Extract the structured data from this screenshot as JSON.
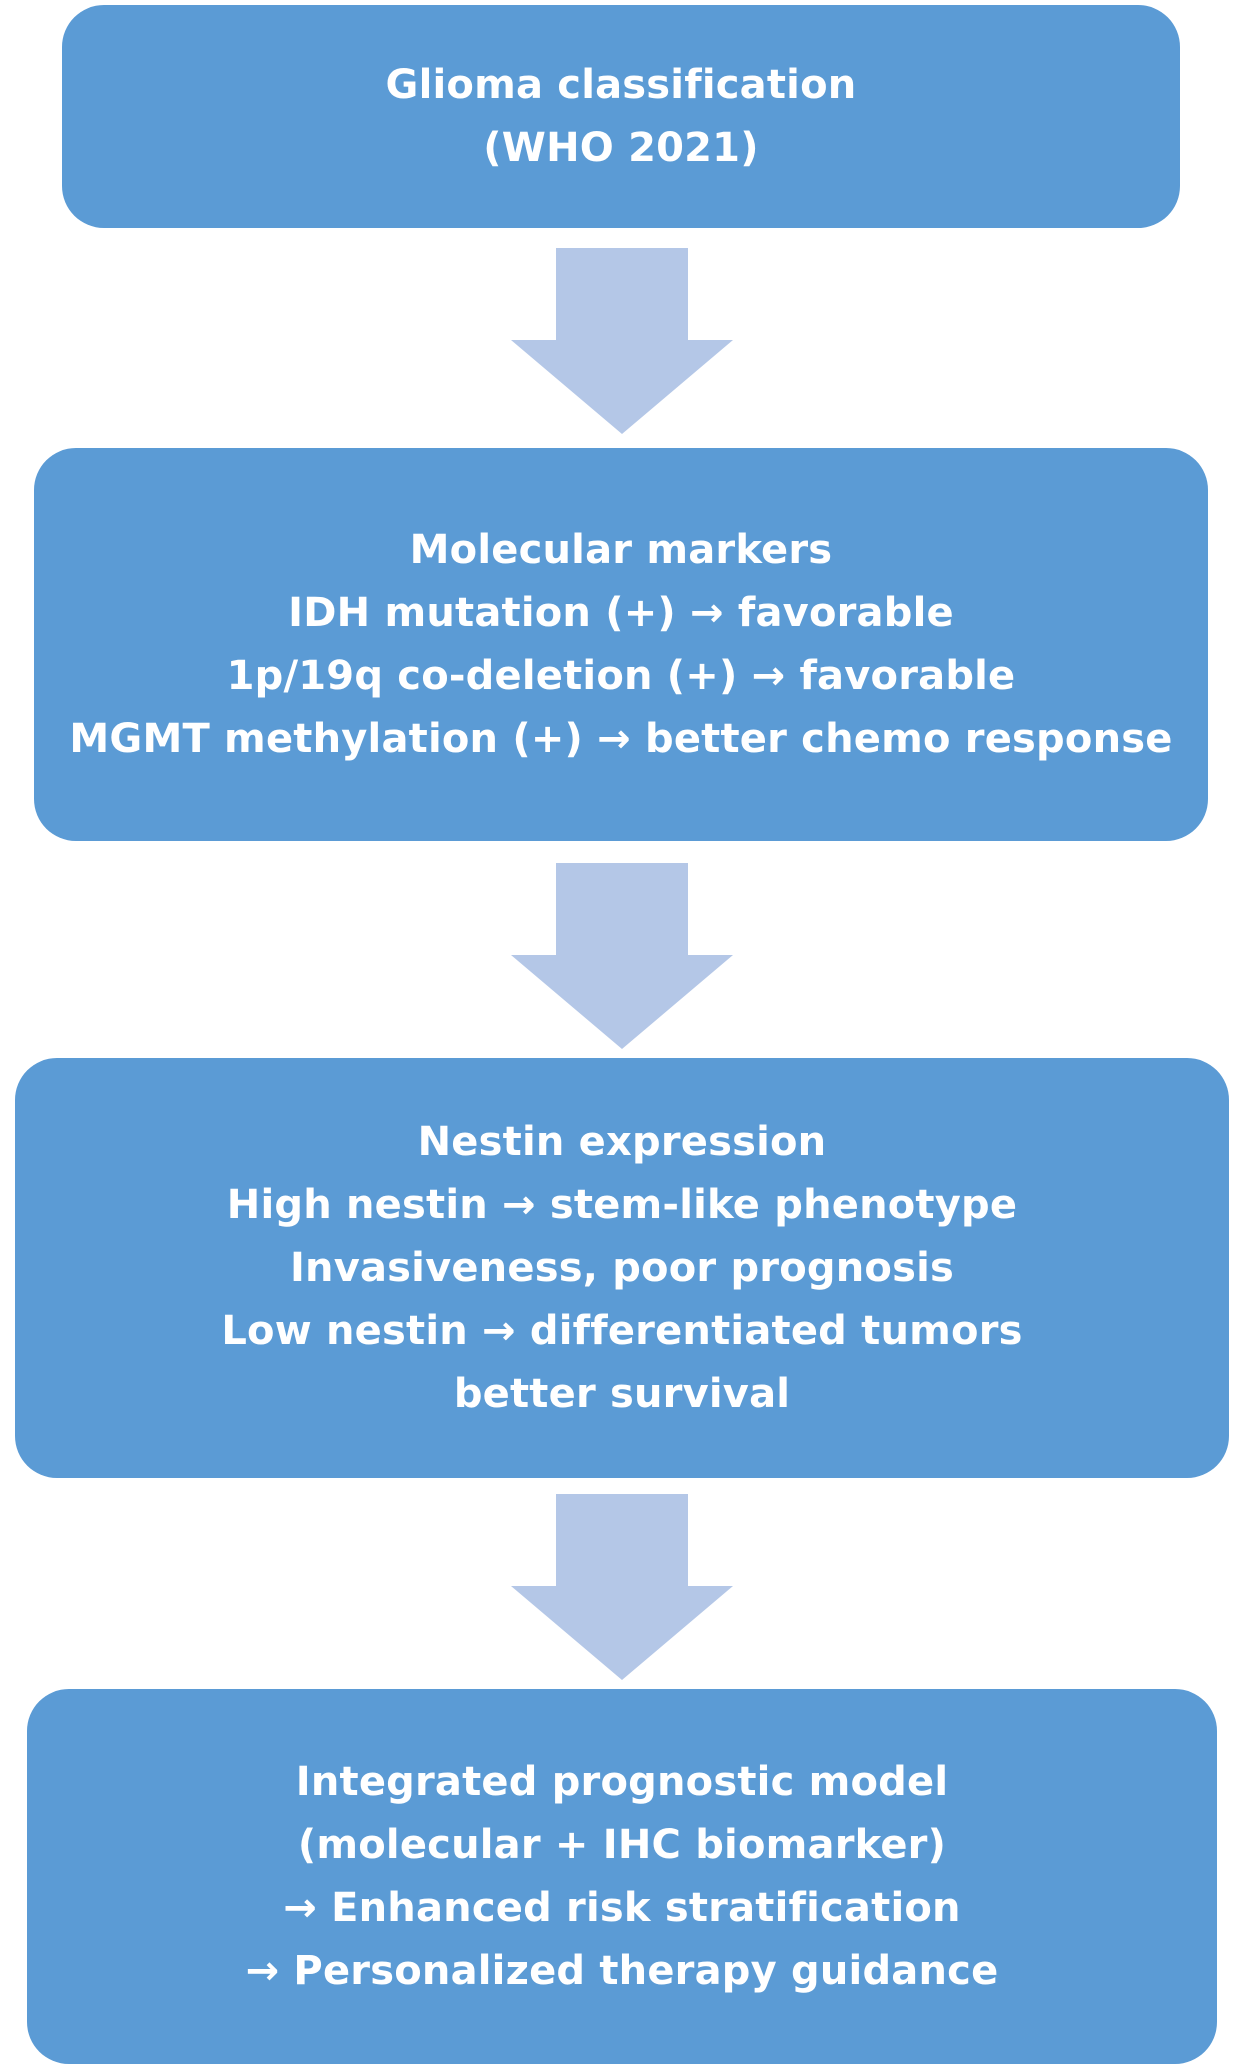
{
  "boxes": [
    {
      "lines": [
        "Glioma classification",
        "(WHO 2021)"
      ]
    },
    {
      "lines": [
        "Molecular markers",
        "IDH mutation (+) → favorable",
        "1p/19q co-deletion (+) → favorable",
        "MGMT methylation (+) → better chemo response"
      ]
    },
    {
      "lines": [
        "Nestin expression",
        "High nestin → stem-like phenotype",
        "Invasiveness, poor prognosis",
        "Low nestin → differentiated tumors",
        "better survival"
      ]
    },
    {
      "lines": [
        "Integrated prognostic model",
        "(molecular + IHC biomarker)",
        "→ Enhanced risk stratification",
        "→ Personalized therapy guidance"
      ]
    }
  ],
  "colors": {
    "box_fill": "#5b9bd5",
    "arrow_fill": "#b4c7e7",
    "text": "#ffffff",
    "background": "#ffffff"
  },
  "icons": {
    "connector": "down-arrow-icon"
  }
}
